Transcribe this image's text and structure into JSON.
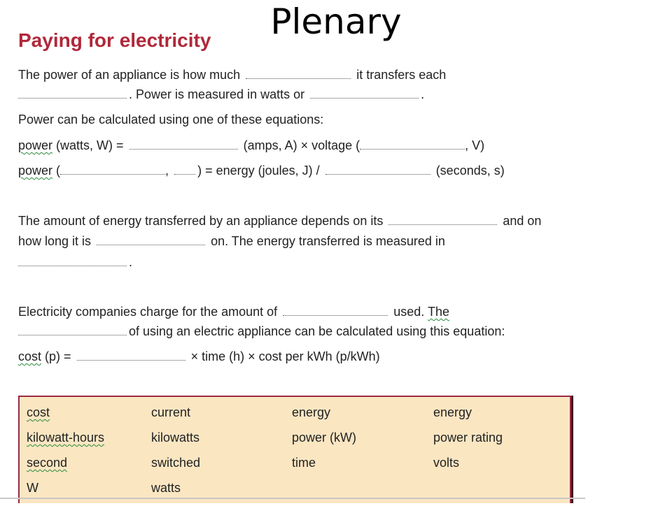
{
  "slide": {
    "title": "Plenary"
  },
  "doc": {
    "heading": "Paying for electricity",
    "p1": {
      "l1a": "The power of an appliance is how much",
      "l1b": "it transfers each",
      "l2a": ". Power is measured in watts or",
      "l2b": "."
    },
    "p2": {
      "intro": "Power can be calculated using one of these equations:",
      "eq1_w1": "power",
      "eq1_a": "(watts, W) =",
      "eq1_b": "(amps, A) × voltage (",
      "eq1_c": ", V)",
      "eq2_w1": "power",
      "eq2_a": "(",
      "eq2_b": ",",
      "eq2_c": ") = energy (joules, J) /",
      "eq2_d": "(seconds, s)"
    },
    "p3": {
      "l1a": "The amount of energy transferred by an appliance depends on its",
      "l1b": "and on",
      "l2a": "how long it is",
      "l2b": "on. The energy transferred is measured in",
      "l3": "."
    },
    "p4": {
      "l1a": "Electricity companies charge for the amount of",
      "l1b": "used.",
      "l1c": "The",
      "l2": "of using an electric appliance can be calculated using this equation:",
      "eq_w1": "cost",
      "eq_a": "(p) =",
      "eq_b": "× time (h) × cost per kWh (p/kWh)"
    },
    "word_bank": [
      "cost",
      "current",
      "energy",
      "energy",
      "kilowatt-hours",
      "kilowatts",
      "power (kW)",
      "power rating",
      "second",
      "switched",
      "time",
      "volts",
      "W",
      "watts"
    ]
  }
}
